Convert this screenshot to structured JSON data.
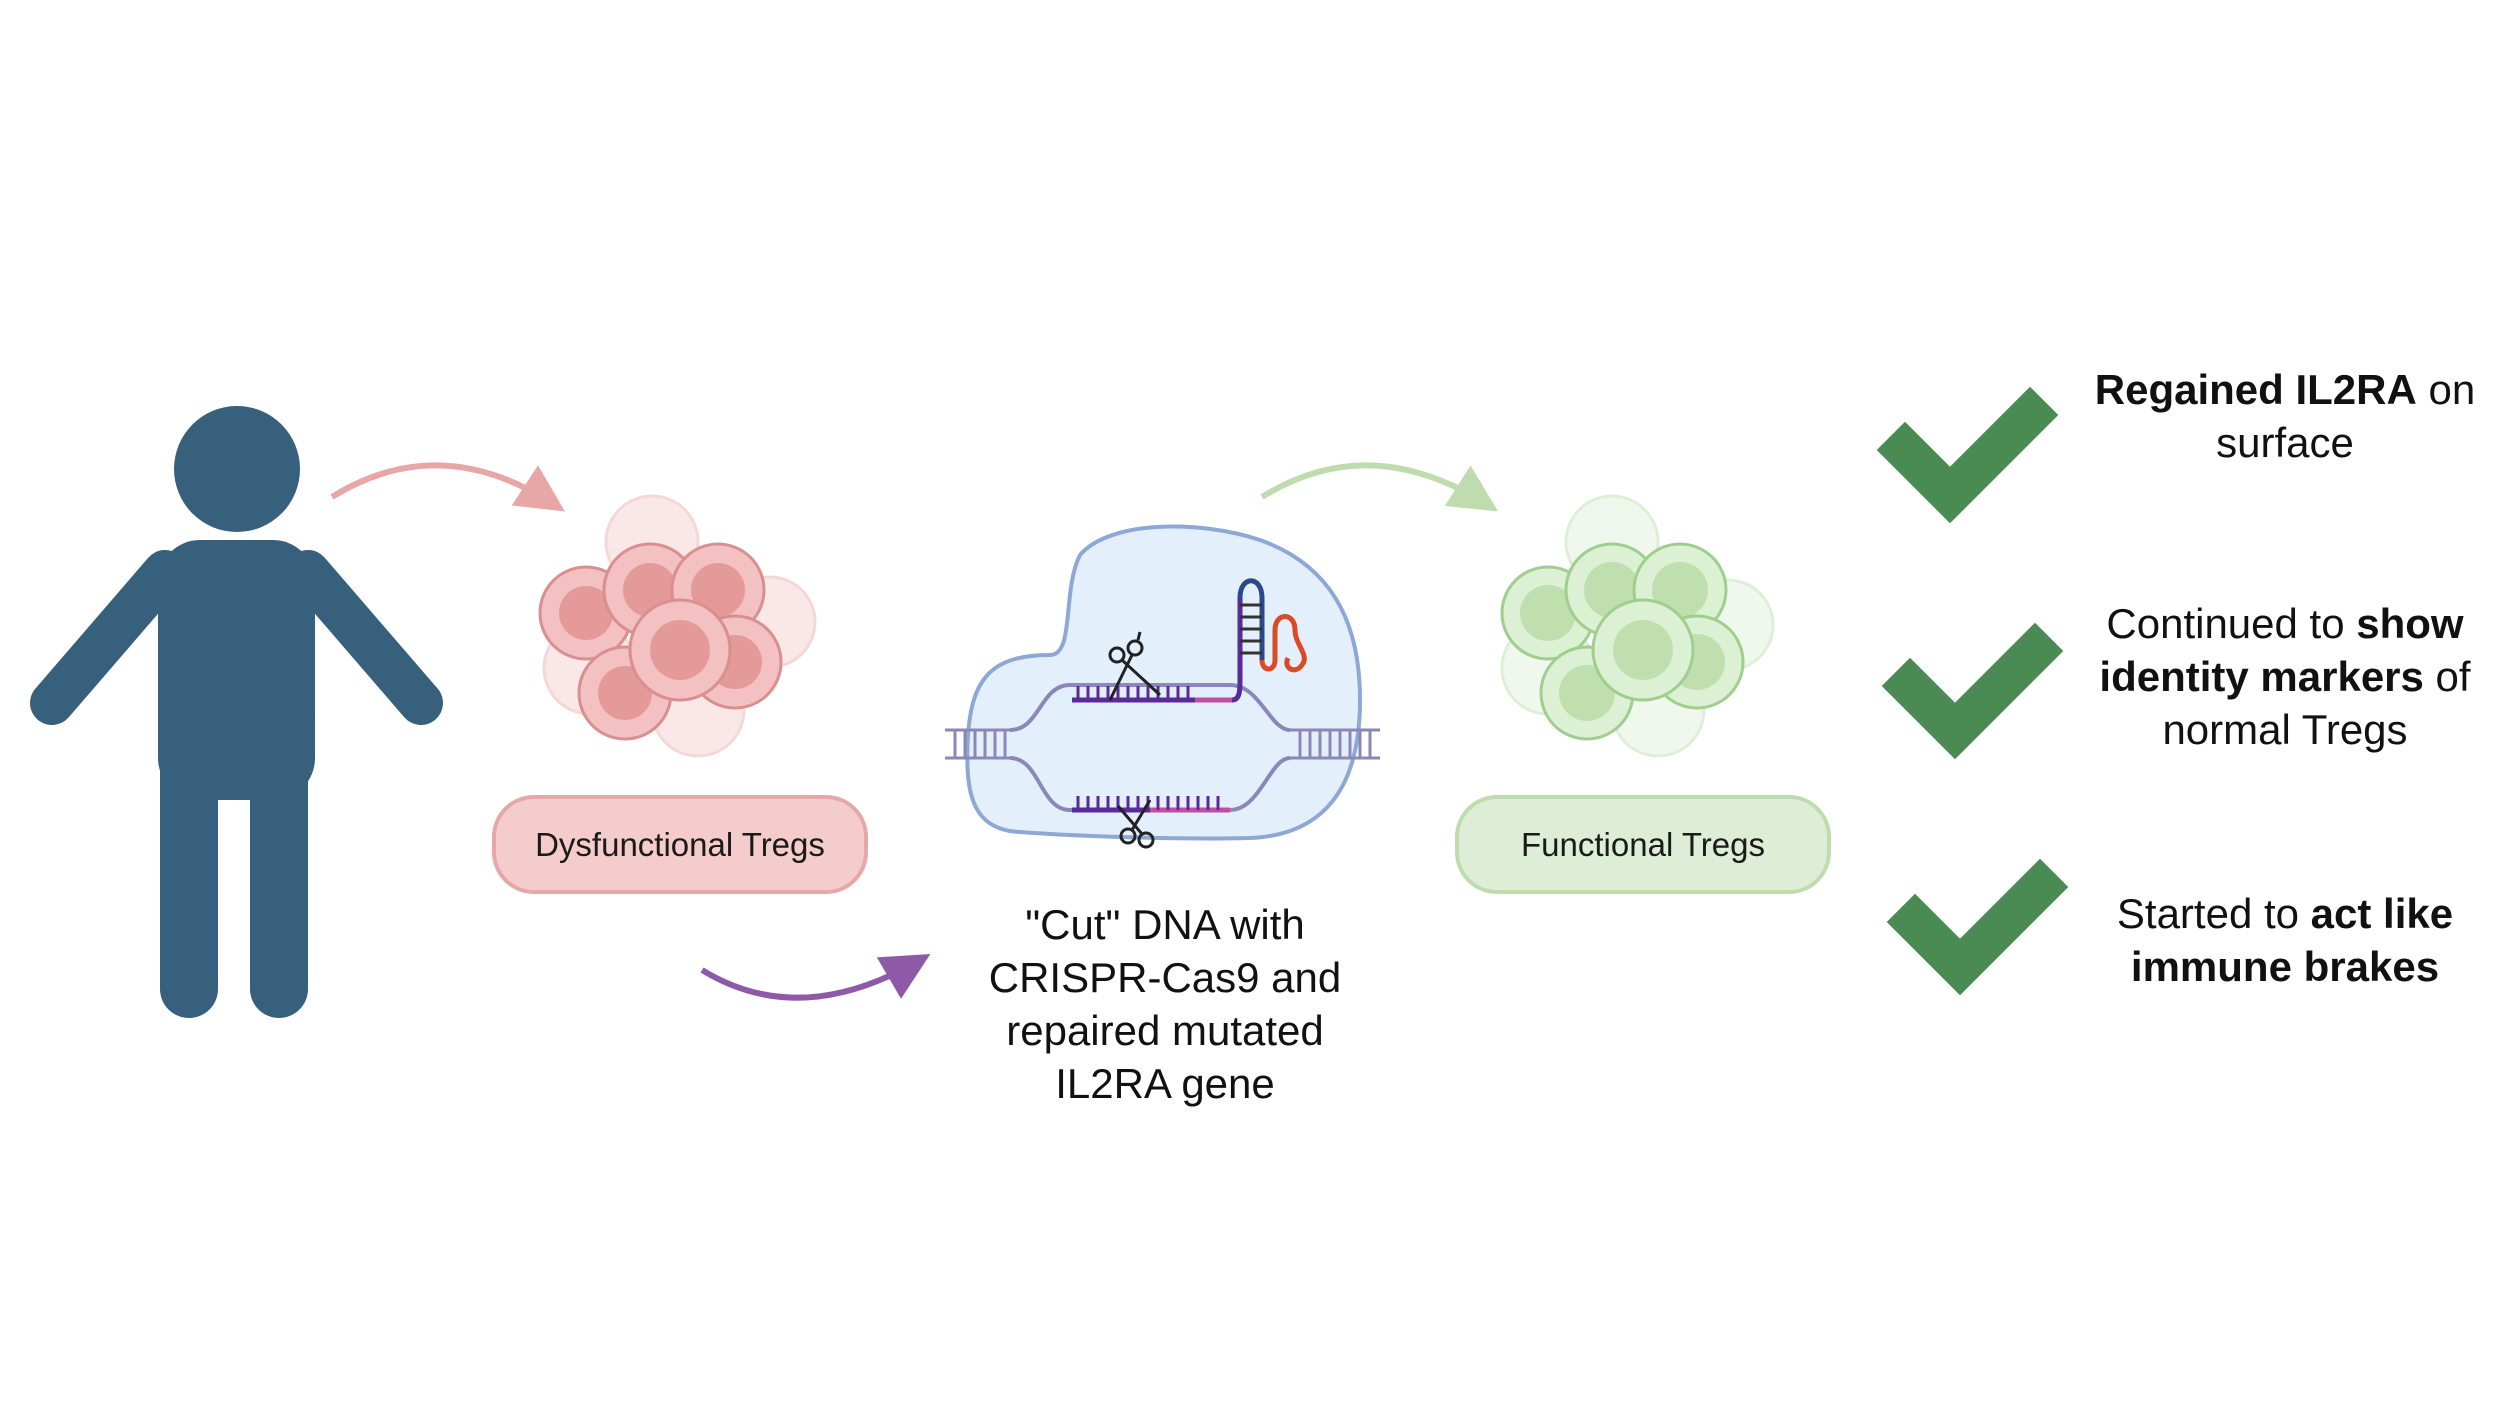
{
  "labels": {
    "dysfunctional": "Dysfunctional Tregs",
    "functional": "Functional Tregs",
    "caption_lines": [
      "\"Cut\" DNA with",
      "CRISPR-Cas9 and",
      "repaired mutated",
      "IL2RA gene"
    ]
  },
  "benefits": [
    {
      "bold1": "Regained IL2RA",
      "rest1": " on",
      "line2": "surface"
    },
    {
      "pre1": "Continued to ",
      "bold1": "show",
      "bold2": "identity markers",
      "rest2": " of",
      "line3": "normal Tregs"
    },
    {
      "pre1": "Started to ",
      "bold1": "act like",
      "bold2": "immune brakes"
    }
  ],
  "colors": {
    "person": "#36607b",
    "red_cell_fill": "#f1b9b9",
    "red_cell_stroke": "#d98f8f",
    "green_cell_fill": "#d2ebc9",
    "green_cell_stroke": "#9fce8e",
    "check": "#4a8a53",
    "arrow_red": "#e8a7a7",
    "arrow_green": "#bedcae",
    "arrow_purple": "#8e5aa8",
    "nucleus_fill": "#e3f0fb",
    "nucleus_stroke": "#8da7d6"
  },
  "icons": {
    "person": "person-icon",
    "check": "checkmark-icon",
    "scissors": "scissors-icon"
  }
}
